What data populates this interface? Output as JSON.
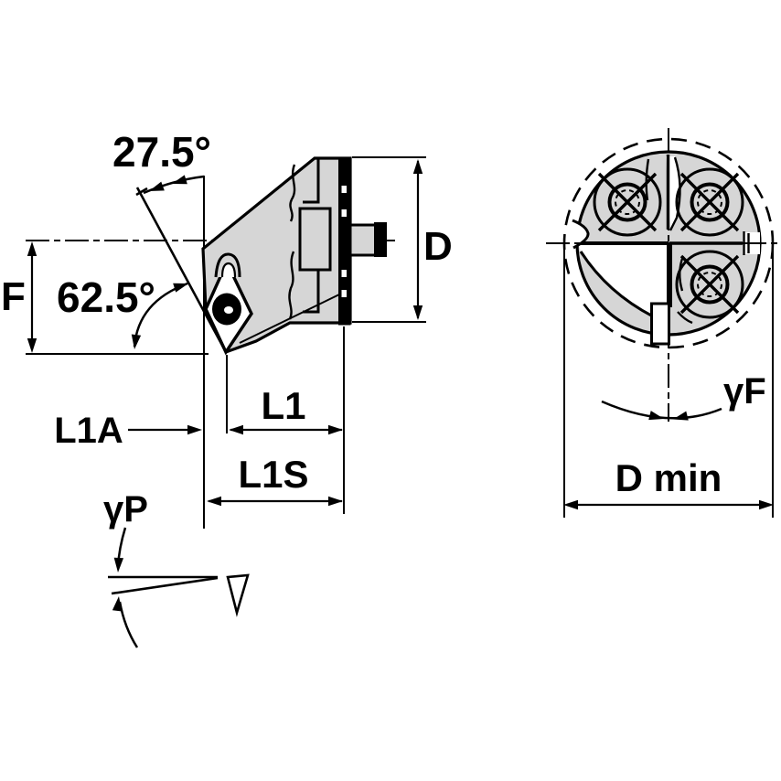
{
  "drawing": {
    "title": "toolholder-engineering-drawing",
    "labels": {
      "angle_lead": "27.5°",
      "angle_included": "62.5°",
      "dim_f": "F",
      "dim_d": "D",
      "dim_l1": "L1",
      "dim_l1a": "L1A",
      "dim_l1s": "L1S",
      "rake_axial": "γP",
      "rake_radial": "γF",
      "dim_d_min": "D min"
    },
    "colors": {
      "line": "#000000",
      "body_fill": "#d6d6d6",
      "background": "#ffffff"
    }
  }
}
